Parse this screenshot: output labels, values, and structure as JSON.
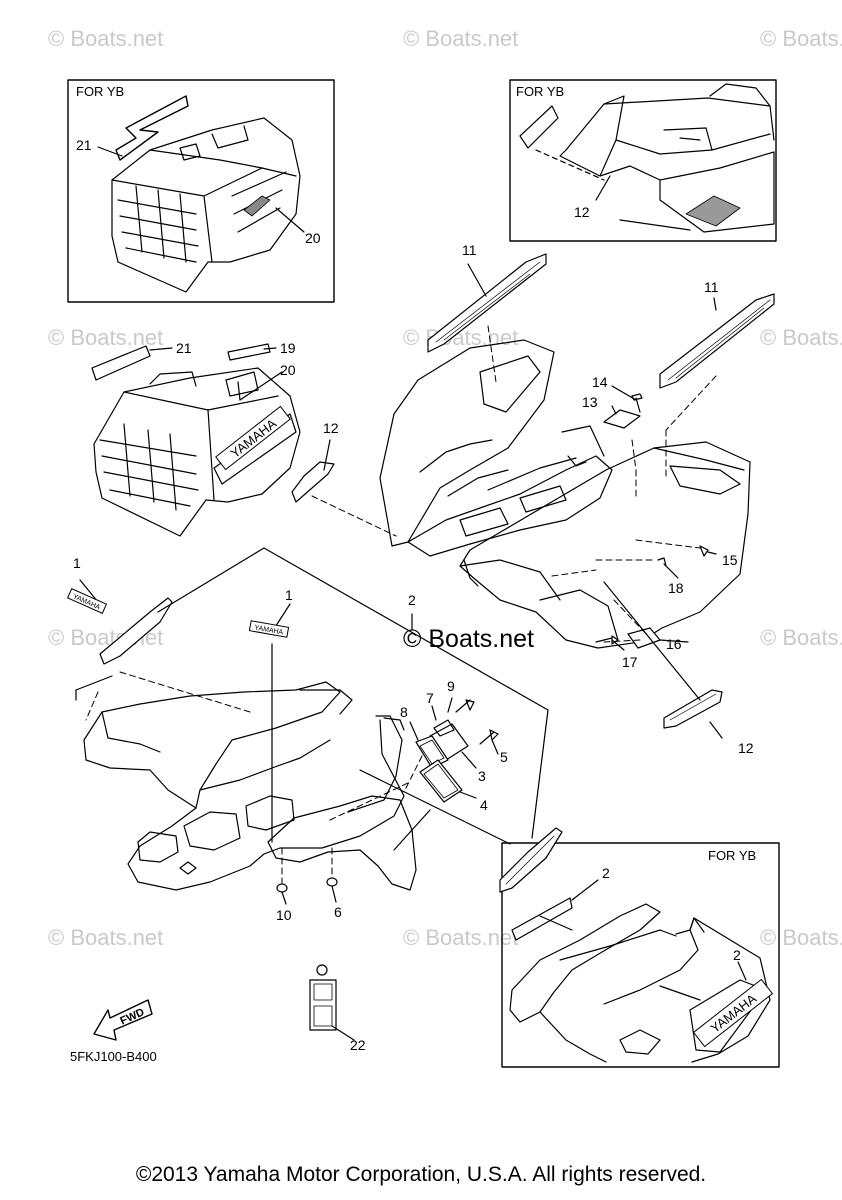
{
  "watermark": "© Boats.net",
  "center_mark": "© Boats.net",
  "inset_label": "FOR YB",
  "callouts": {
    "c1a": "1",
    "c1b": "1",
    "c2": "2",
    "c2yb_a": "2",
    "c2yb_b": "2",
    "c3": "3",
    "c4": "4",
    "c5": "5",
    "c6": "6",
    "c7": "7",
    "c8": "8",
    "c9": "9",
    "c10": "10",
    "c11a": "11",
    "c11b": "11",
    "c12a": "12",
    "c12b": "12",
    "c12c": "12",
    "c13": "13",
    "c14": "14",
    "c15": "15",
    "c16": "16",
    "c17": "17",
    "c18": "18",
    "c19": "19",
    "c20a": "20",
    "c20b": "20",
    "c21a": "21",
    "c21b": "21",
    "c22": "22"
  },
  "decals": {
    "yamaha": "YAMAHA",
    "fwd": "FWD"
  },
  "part_code": "5FKJ100-B400",
  "copyright": "©2013 Yamaha Motor Corporation, U.S.A. All rights reserved."
}
